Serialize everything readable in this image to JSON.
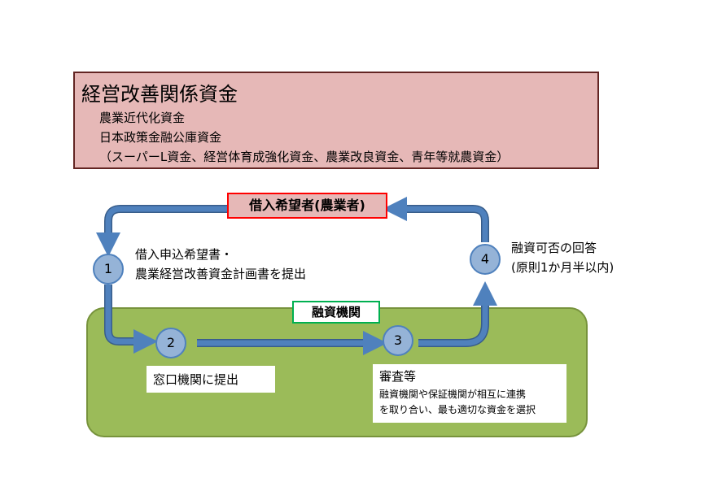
{
  "header": {
    "title": "経営改善関係資金",
    "line1": "農業近代化資金",
    "line2": "日本政策金融公庫資金",
    "line3": "（スーパーL資金、経営体育成強化資金、農業改良資金、青年等就農資金）"
  },
  "applicant": {
    "label": "借入希望者(農業者)"
  },
  "institution": {
    "label": "融資機関"
  },
  "steps": [
    {
      "number": "1",
      "lines": [
        "借入申込希望書・",
        "農業経営改善資金計画書を提出"
      ]
    },
    {
      "number": "2",
      "lines": [
        "窓口機関に提出"
      ]
    },
    {
      "number": "3",
      "title": "審査等",
      "lines": [
        "融資機関や保証機関が相互に連携",
        "を取り合い、最も適切な資金を選択"
      ]
    },
    {
      "number": "4",
      "lines": [
        "融資可否の回答",
        "(原則1か月半以内)"
      ]
    }
  ],
  "colors": {
    "header_fill": "#e6b8b7",
    "header_border": "#632523",
    "panel_fill": "#9bbb59",
    "arrow": "#4f81bd",
    "circle_fill": "#95b3d7"
  }
}
